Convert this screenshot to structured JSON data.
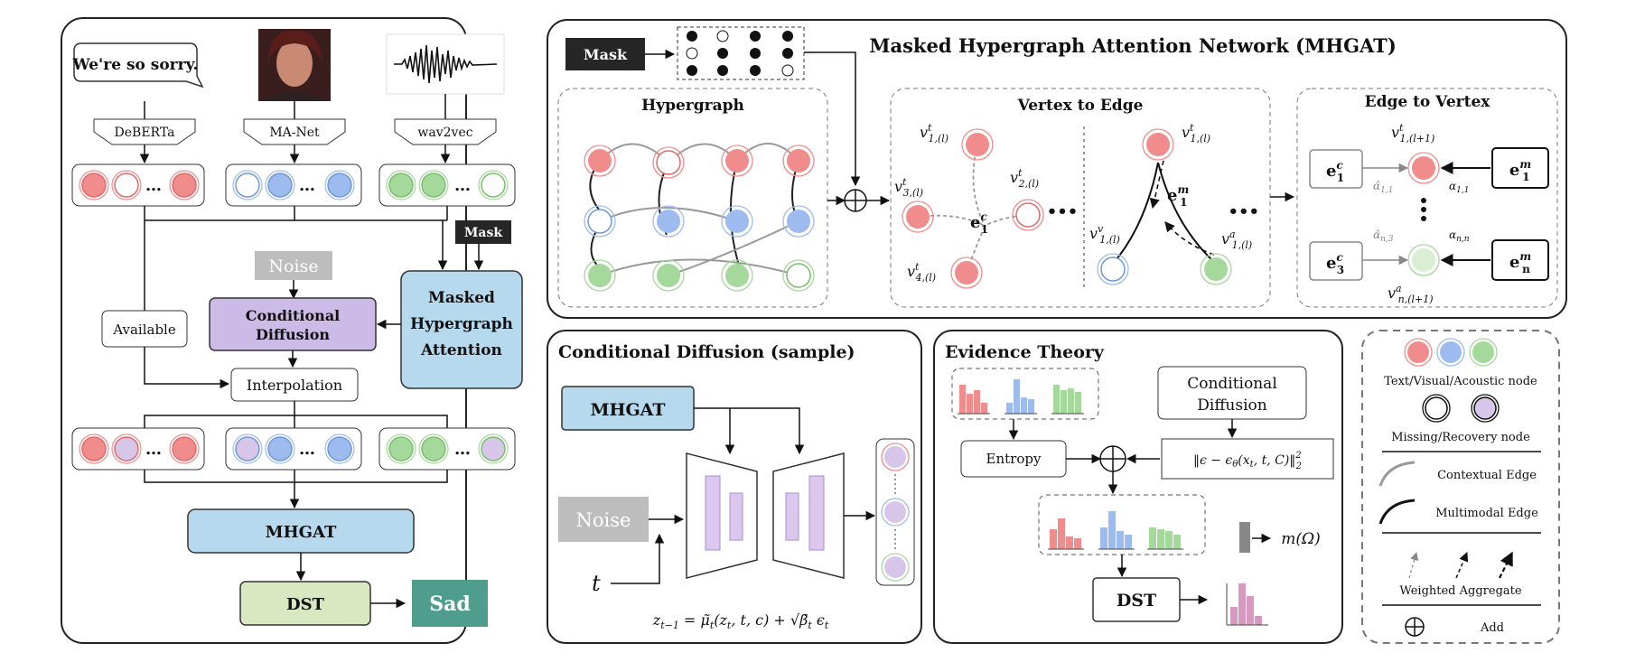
{
  "left_panel": {
    "utterance": "We're so sorry.",
    "encoders": [
      "DeBERTa",
      "MA-Net",
      "wav2vec"
    ],
    "dots": "…",
    "mask": "Mask",
    "noise": "Noise",
    "available": "Available",
    "cond_diff_l1": "Conditional",
    "cond_diff_l2": "Diffusion",
    "mhga_l1": "Masked",
    "mhga_l2": "Hypergraph",
    "mhga_l3": "Attention",
    "interpolation": "Interpolation",
    "mhgat": "MHGAT",
    "dst": "DST",
    "output": "Sad"
  },
  "mhgat_panel": {
    "title": "Masked Hypergraph Attention Network (MHGAT)",
    "mask": "Mask",
    "hypergraph": "Hypergraph",
    "v2e_title": "Vertex to Edge",
    "e2v_title": "Edge to Vertex",
    "dots": "•••"
  },
  "cond_diffusion_panel": {
    "title": "Conditional Diffusion (sample)",
    "mhgat": "MHGAT",
    "noise": "Noise",
    "t": "t"
  },
  "evidence_panel": {
    "title": "Evidence Theory",
    "cond_diff_l1": "Conditional",
    "cond_diff_l2": "Diffusion",
    "entropy": "Entropy",
    "dst": "DST"
  },
  "legend": {
    "node_types": "Text/Visual/Acoustic node",
    "missing_recovery": "Missing/Recovery node",
    "contextual_edge": "Contextual Edge",
    "multimodal_edge": "Multimodal Edge",
    "weighted_aggregate": "Weighted Aggregate",
    "add": "Add"
  },
  "colors": {
    "text_node": "#f08c8c",
    "visual_node": "#9ebbef",
    "acoustic_node": "#a5d89b",
    "recovery_node": "#d7c6ea",
    "diffusion_box": "#cbbbe6",
    "mhgat_box": "#b6d9ee",
    "dst_box": "#d9e8c0",
    "sad_box": "#4f9e8d",
    "noise_box": "#bdbdbd"
  }
}
